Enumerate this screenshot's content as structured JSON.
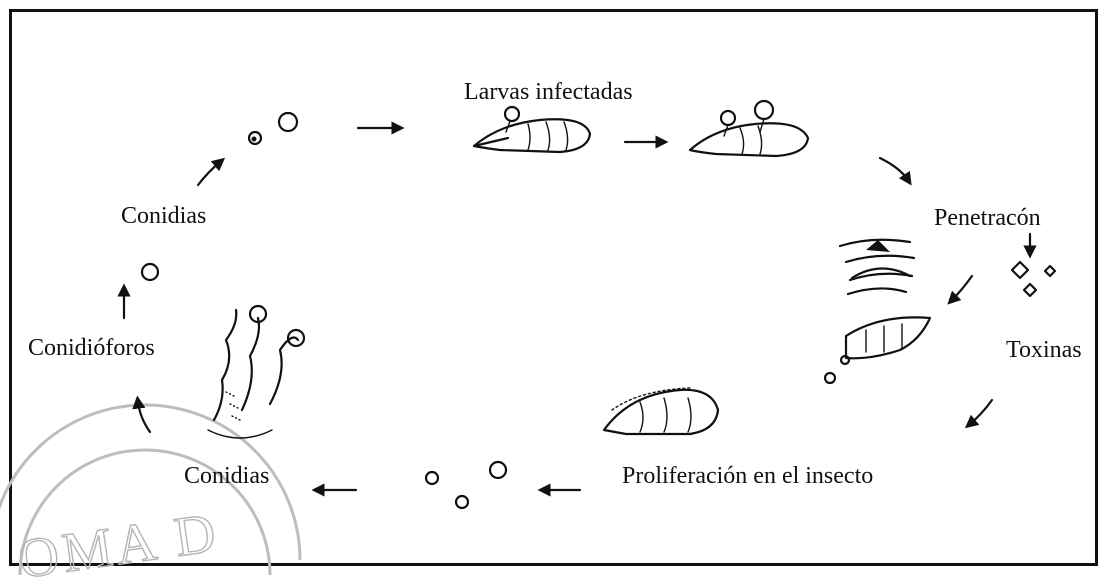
{
  "labels": {
    "infected_larvae": "Larvas infectadas",
    "penetration": "Penetracón",
    "toxins": "Toxinas",
    "proliferation": "Proliferación en el insecto",
    "conidia_bottom": "Conidias",
    "conidiophores": "Conidióforos",
    "conidia_top": "Conidias"
  },
  "watermark": {
    "text": "OMA D"
  },
  "colors": {
    "ink": "#111111",
    "watermark": "#b5b5b5",
    "background": "#ffffff"
  }
}
